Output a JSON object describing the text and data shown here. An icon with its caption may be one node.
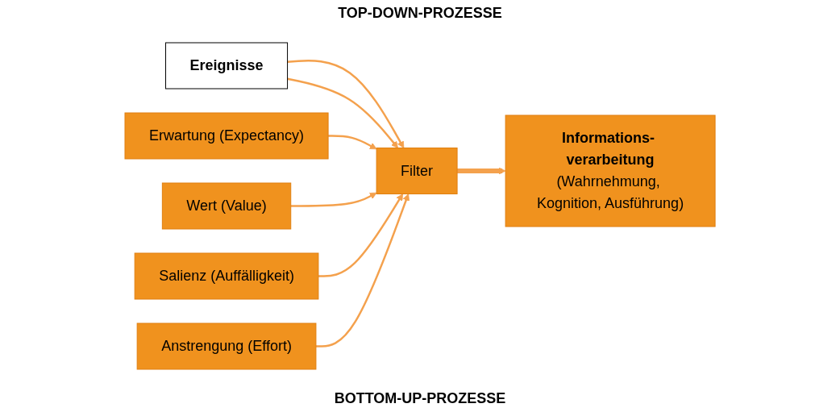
{
  "diagram": {
    "nodes": [
      {
        "text": [
          "Ereignisse"
        ]
      },
      {
        "text": [
          "Erwartung (Expectancy)"
        ]
      },
      {
        "text": [
          "Wert (Value)"
        ]
      },
      {
        "text": [
          "Filter"
        ]
      },
      {
        "text": [
          "Informations- verarbeitung",
          "(Wahrnehmung, Kognition, Ausführung)"
        ]
      },
      {
        "text": [
          "Salienz (Auffälligkeit)"
        ]
      },
      {
        "text": [
          "Anstrengung (Effort)"
        ]
      }
    ],
    "edges": [
      {
        "from": 0,
        "to": 3,
        "arrow": "to"
      },
      {
        "from": 0,
        "to": 3,
        "arrow": "to"
      },
      {
        "from": 1,
        "to": 3,
        "arrow": "to"
      },
      {
        "from": 2,
        "to": 3,
        "arrow": "to"
      },
      {
        "from": 5,
        "to": 3,
        "arrow": "to"
      },
      {
        "from": 6,
        "to": 3,
        "arrow": "to"
      },
      {
        "from": 3,
        "to": 4,
        "arrow": "to",
        "style": "thick"
      }
    ],
    "labels": [
      "TOP-DOWN-PROZESSE",
      "BOTTOM-UP-PROZESSE"
    ]
  }
}
